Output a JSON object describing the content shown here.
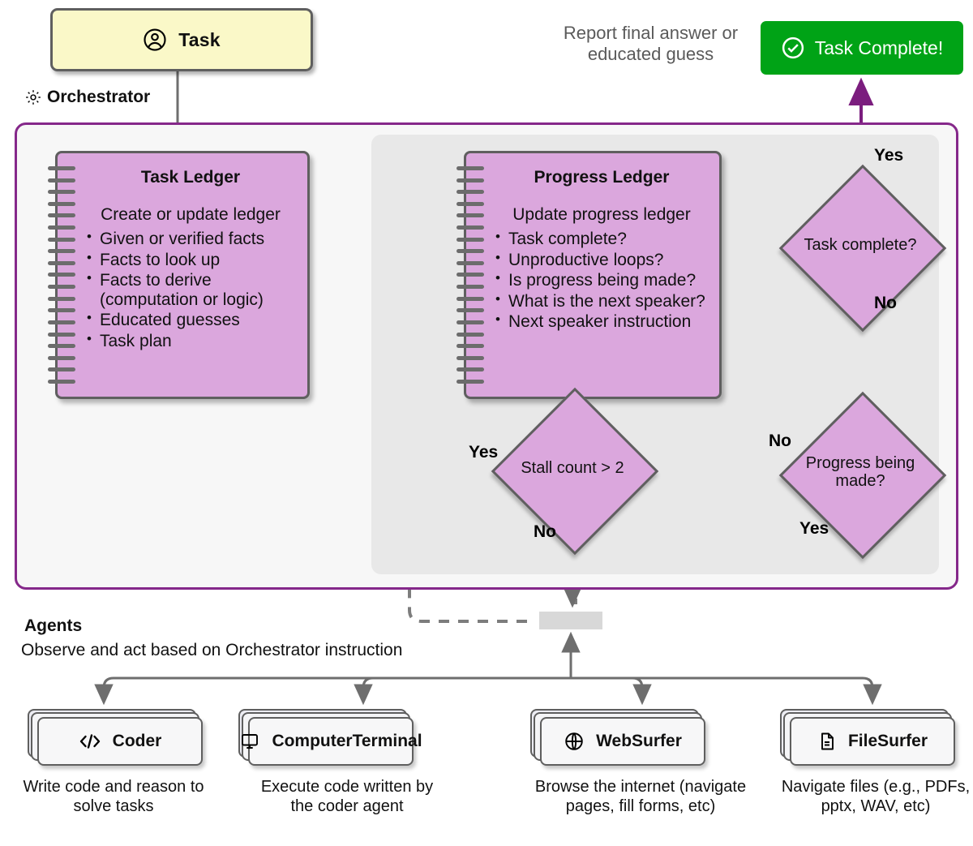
{
  "task_box": {
    "label": "Task",
    "icon": "user-circle-icon",
    "fill": "#faf8c8"
  },
  "task_complete": {
    "label": "Task Complete!",
    "icon": "check-circle-icon",
    "fill": "#00a316"
  },
  "report_note": {
    "line1": "Report final answer or",
    "line2": "educated guess"
  },
  "orchestrator": {
    "title": "Orchestrator",
    "icon": "gear-icon",
    "border_color": "#85288a",
    "background": "#f7f7f7",
    "inner_panel_background": "#e8e8e8"
  },
  "task_ledger": {
    "title": "Task Ledger",
    "subtitle": "Create or update ledger",
    "fill": "#dba7dd",
    "items": [
      "Given or verified facts",
      "Facts to look up",
      "Facts to derive (computation or logic)",
      "Educated guesses",
      "Task plan"
    ]
  },
  "progress_ledger": {
    "title": "Progress Ledger",
    "subtitle": "Update progress ledger",
    "fill": "#dba7dd",
    "items": [
      "Task complete?",
      "Unproductive loops?",
      "Is progress being made?",
      "What is the next speaker?",
      "Next speaker instruction"
    ]
  },
  "decisions": {
    "task_complete": {
      "label": "Task complete?",
      "yes": "Yes",
      "no": "No"
    },
    "progress_made": {
      "label": "Progress being made?",
      "yes": "Yes",
      "no": "No"
    },
    "stall_count": {
      "label": "Stall count > 2",
      "yes": "Yes",
      "no": "No"
    }
  },
  "edge_labels": {
    "yes_task_complete": "Yes",
    "no_task_complete": "No",
    "no_progress_made": "No",
    "yes_progress_made": "Yes",
    "yes_stall": "Yes",
    "no_stall": "No"
  },
  "agents_section": {
    "title": "Agents",
    "subtitle": "Observe and act based on Orchestrator instruction"
  },
  "agents": [
    {
      "name": "Coder",
      "icon": "code-brackets-icon",
      "description": "Write code and reason to solve tasks"
    },
    {
      "name": "ComputerTerminal",
      "icon": "monitor-icon",
      "description": "Execute code written by the coder agent"
    },
    {
      "name": "WebSurfer",
      "icon": "globe-icon",
      "description": "Browse the internet (navigate pages, fill forms, etc)"
    },
    {
      "name": "FileSurfer",
      "icon": "document-icon",
      "description": "Navigate files (e.g., PDFs, pptx, WAV, etc)"
    }
  ]
}
